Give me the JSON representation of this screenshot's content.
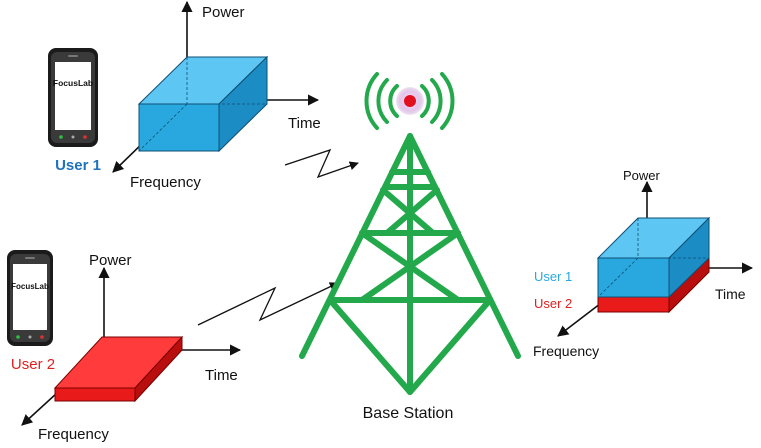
{
  "colors": {
    "user1": "#1E73BE",
    "user2": "#E02020",
    "box_blue_top": "#5DC6F2",
    "box_blue_front": "#29A8E0",
    "box_blue_side": "#1B8CC4",
    "box_red_top": "#FF3B3B",
    "box_red_front": "#E81A1A",
    "box_red_side": "#B80E0E",
    "tower": "#23A94B",
    "signal_dot": "#E0101E"
  },
  "icons": {
    "phone": "smartphone-icon",
    "tower": "cell-tower-icon",
    "signal": "lightning-signal-icon"
  },
  "user1_panel": {
    "phone_brand": "FocusLab",
    "user_label": "User 1",
    "axis_power": "Power",
    "axis_time": "Time",
    "axis_frequency": "Frequency"
  },
  "user2_panel": {
    "phone_brand": "FocusLab",
    "user_label": "User 2",
    "axis_power": "Power",
    "axis_time": "Time",
    "axis_frequency": "Frequency"
  },
  "base_station": {
    "label": "Base Station"
  },
  "combined_panel": {
    "axis_power": "Power",
    "axis_time": "Time",
    "axis_frequency": "Frequency",
    "legend_user1": "User 1",
    "legend_user2": "User 2"
  }
}
